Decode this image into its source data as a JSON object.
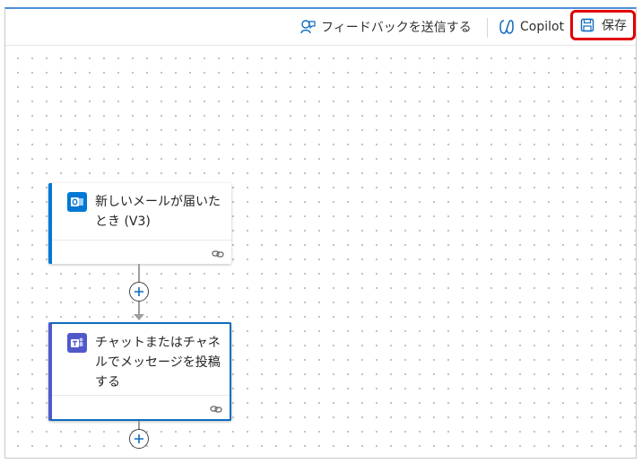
{
  "toolbar": {
    "feedback_label": "フィードバックを送信する",
    "copilot_label": "Copilot",
    "save_label": "保存",
    "highlight_color": "#e00000"
  },
  "flow": {
    "steps": [
      {
        "title": "新しいメールが届いたとき (V3)",
        "icon": "outlook-icon",
        "accent": "#0078d4"
      },
      {
        "title": "チャットまたはチャネルでメッセージを投稿する",
        "icon": "teams-icon",
        "accent": "#5059c9"
      }
    ]
  }
}
